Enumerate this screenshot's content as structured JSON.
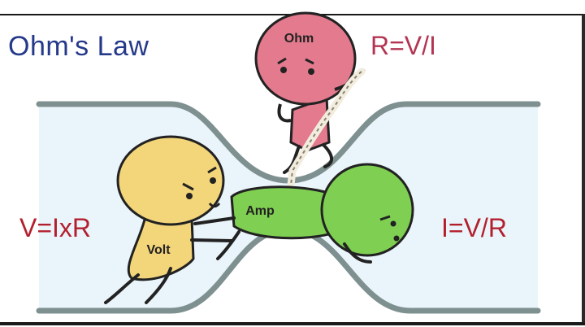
{
  "diagram": {
    "title": "Ohm's Law",
    "formulas": {
      "resistance": "R=V/I",
      "voltage": "V=IxR",
      "current": "I=V/R"
    },
    "characters": {
      "ohm": "Ohm",
      "volt": "Volt",
      "amp": "Amp"
    },
    "colors": {
      "title": "#24398a",
      "formula_resistance": "#b23653",
      "formula_other": "#b3202d",
      "ohm_fill": "#e37a8d",
      "volt_fill": "#f3d57a",
      "amp_fill": "#7fcf52",
      "pipe_wall": "#7f9090",
      "pipe_fill": "#eaf5fb"
    }
  }
}
